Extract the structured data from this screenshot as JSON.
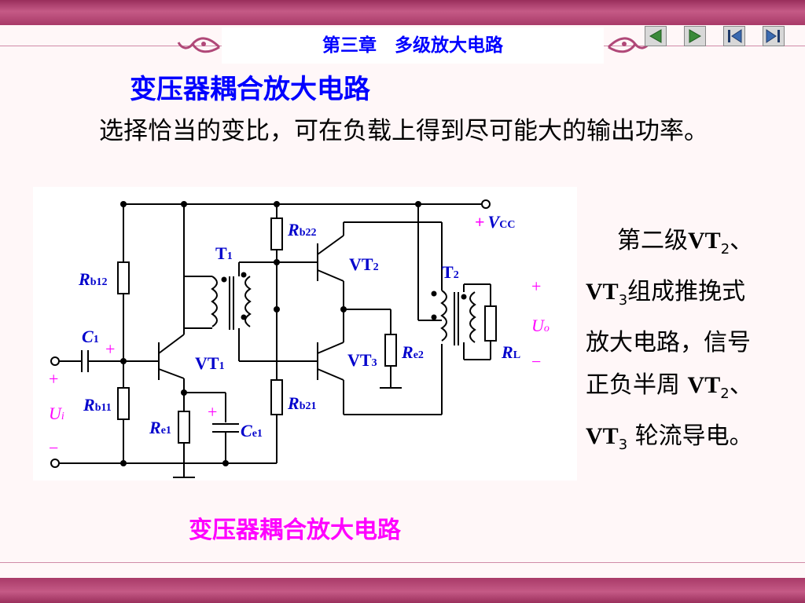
{
  "header": {
    "chapter": "第三章　多级放大电路"
  },
  "nav": {
    "buttons": [
      "previous",
      "next",
      "first",
      "last"
    ]
  },
  "slide": {
    "title": "变压器耦合放大电路",
    "paragraph": "选择恰当的变比，可在负载上得到尽可能大的输出功率。",
    "side_text": {
      "p1a": "第二级",
      "vt": "VT",
      "sub2": "2",
      "sub3": "3",
      "sep": "、",
      "p2": "组成推挽式放大电路，信号正负半周",
      "p3": "轮流导电。"
    },
    "caption": "变压器耦合放大电路"
  },
  "circuit": {
    "labels": {
      "rb12_main": "R",
      "rb12_sub": "b12",
      "rb11_main": "R",
      "rb11_sub": "b11",
      "rb22_main": "R",
      "rb22_sub": "b22",
      "rb21_main": "R",
      "rb21_sub": "b21",
      "re1_main": "R",
      "re1_sub": "e1",
      "re2_main": "R",
      "re2_sub": "e2",
      "rl_main": "R",
      "rl_sub": "L",
      "c1_main": "C",
      "c1_sub": "1",
      "ce1_main": "C",
      "ce1_sub": "e1",
      "t1_main": "T",
      "t1_sub": "1",
      "t2_main": "T",
      "t2_sub": "2",
      "vt1_main": "VT",
      "vt1_sub": "1",
      "vt2_main": "VT",
      "vt2_sub": "2",
      "vt3_main": "VT",
      "vt3_sub": "3",
      "vcc_main": "V",
      "vcc_sub": "CC",
      "plus": "+",
      "minus": "−",
      "ui_main": "U",
      "ui_sub": "i",
      "uo_main": "U",
      "uo_sub": "o"
    }
  },
  "colors": {
    "band": "#b04878",
    "chapter": "#0000ff",
    "title": "#0000ff",
    "label": "#0000cc",
    "polarity": "#ff00ff",
    "caption": "#ff00ff"
  }
}
